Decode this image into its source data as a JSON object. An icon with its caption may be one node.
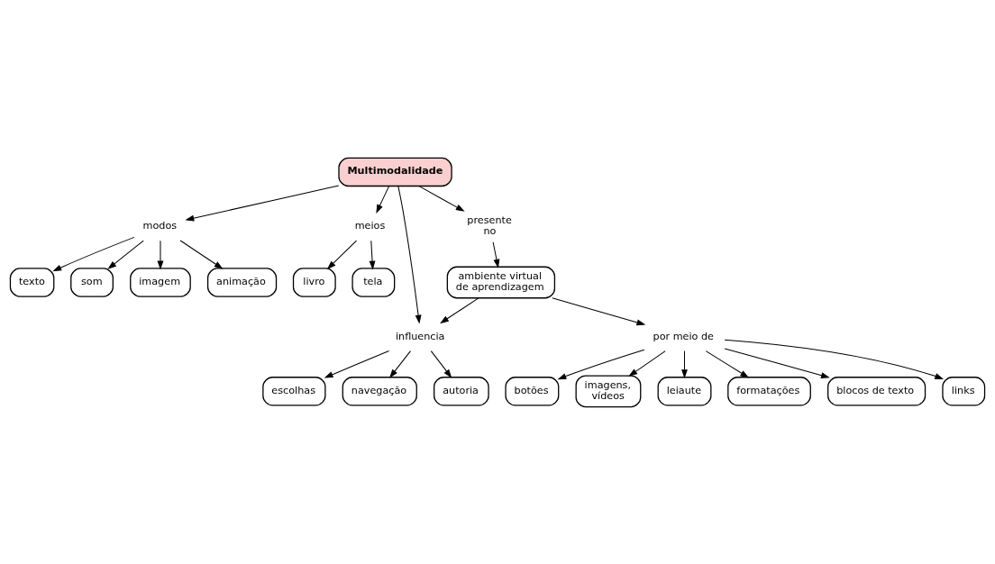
{
  "diagram": {
    "nodes": [
      {
        "text": [
          "Multimodalidade"
        ]
      },
      {
        "text": [
          "modos"
        ]
      },
      {
        "text": [
          "texto"
        ]
      },
      {
        "text": [
          "som"
        ]
      },
      {
        "text": [
          "imagem"
        ]
      },
      {
        "text": [
          "animação"
        ]
      },
      {
        "text": [
          "meios"
        ]
      },
      {
        "text": [
          "livro"
        ]
      },
      {
        "text": [
          "tela"
        ]
      },
      {
        "text": [
          "influencia"
        ]
      },
      {
        "text": [
          "escolhas"
        ]
      },
      {
        "text": [
          "navegação"
        ]
      },
      {
        "text": [
          "autoria"
        ]
      },
      {
        "text": [
          "presente no"
        ]
      },
      {
        "text": [
          "ambiente virtual de aprendizagem"
        ]
      },
      {
        "text": [
          "por meio de"
        ]
      },
      {
        "text": [
          "botões"
        ]
      },
      {
        "text": [
          "imagens, vídeos"
        ]
      },
      {
        "text": [
          "leiaute"
        ]
      },
      {
        "text": [
          "formatações"
        ]
      },
      {
        "text": [
          "blocos de texto"
        ]
      },
      {
        "text": [
          "links"
        ]
      }
    ],
    "edges": [
      {
        "from": 0,
        "to": 1,
        "arrow": "to"
      },
      {
        "from": 1,
        "to": 2,
        "arrow": "to"
      },
      {
        "from": 1,
        "to": 3,
        "arrow": "to"
      },
      {
        "from": 1,
        "to": 4,
        "arrow": "to"
      },
      {
        "from": 1,
        "to": 5,
        "arrow": "to"
      },
      {
        "from": 0,
        "to": 6,
        "arrow": "to"
      },
      {
        "from": 6,
        "to": 7,
        "arrow": "to"
      },
      {
        "from": 6,
        "to": 8,
        "arrow": "to"
      },
      {
        "from": 0,
        "to": 9,
        "arrow": "to"
      },
      {
        "from": 14,
        "to": 9,
        "arrow": "to"
      },
      {
        "from": 9,
        "to": 10,
        "arrow": "to"
      },
      {
        "from": 9,
        "to": 11,
        "arrow": "to"
      },
      {
        "from": 9,
        "to": 12,
        "arrow": "to"
      },
      {
        "from": 0,
        "to": 13,
        "arrow": "to"
      },
      {
        "from": 13,
        "to": 14,
        "arrow": "to"
      },
      {
        "from": 14,
        "to": 15,
        "arrow": "to"
      },
      {
        "from": 15,
        "to": 16,
        "arrow": "to"
      },
      {
        "from": 15,
        "to": 17,
        "arrow": "to"
      },
      {
        "from": 15,
        "to": 18,
        "arrow": "to"
      },
      {
        "from": 15,
        "to": 19,
        "arrow": "to"
      },
      {
        "from": 15,
        "to": 20,
        "arrow": "to"
      },
      {
        "from": 15,
        "to": 21,
        "arrow": "to"
      }
    ]
  }
}
